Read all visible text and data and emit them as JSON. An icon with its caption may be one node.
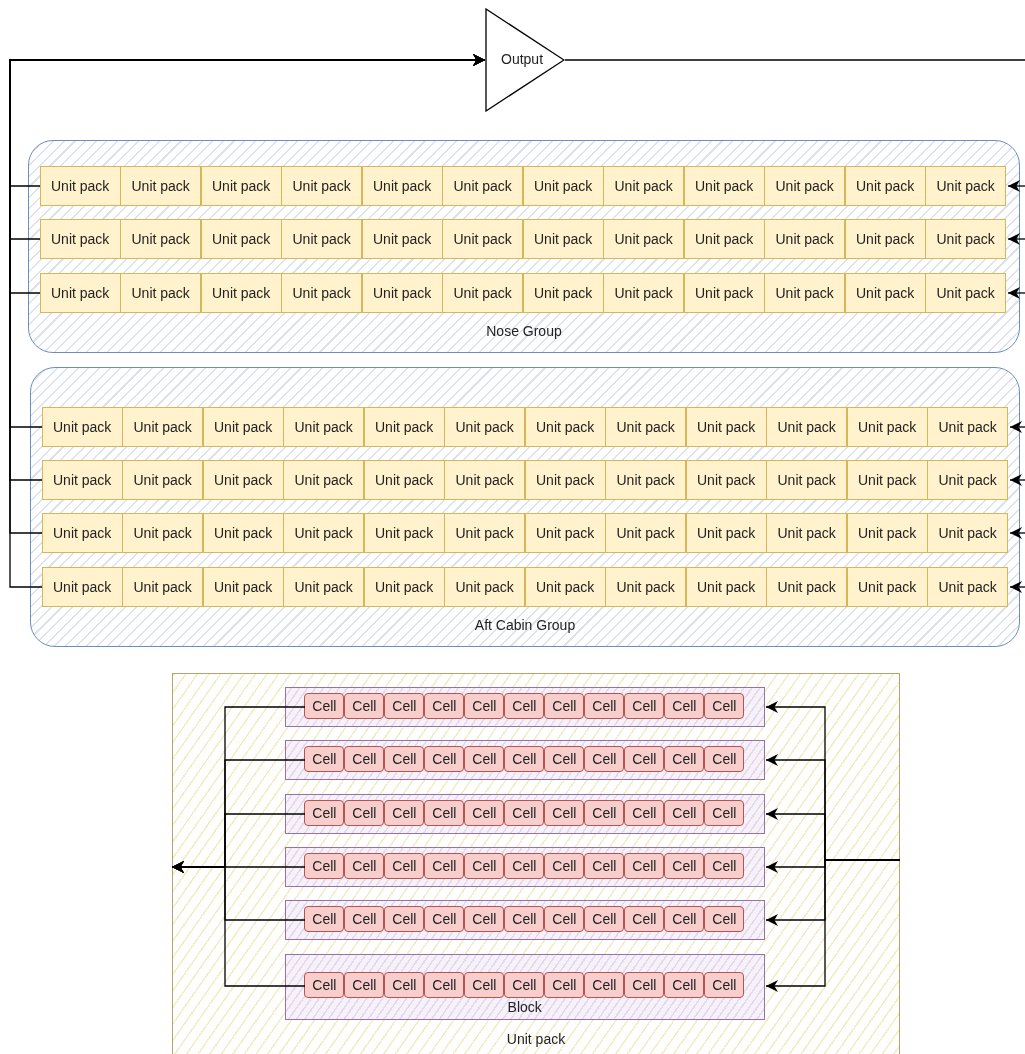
{
  "diagram": {
    "nodes": [
      {
        "text": [
          "Output"
        ]
      },
      {
        "text": [
          "Nose Group"
        ]
      },
      {
        "text": [
          "Unit pack"
        ],
        "in": 1
      },
      {
        "text": [
          "Unit pack"
        ],
        "in": 1
      },
      {
        "text": [
          "Unit pack"
        ],
        "in": 1
      },
      {
        "text": [
          "Unit pack"
        ],
        "in": 1
      },
      {
        "text": [
          "Unit pack"
        ],
        "in": 1
      },
      {
        "text": [
          "Unit pack"
        ],
        "in": 1
      },
      {
        "text": [
          "Unit pack"
        ],
        "in": 1
      },
      {
        "text": [
          "Unit pack"
        ],
        "in": 1
      },
      {
        "text": [
          "Unit pack"
        ],
        "in": 1
      },
      {
        "text": [
          "Unit pack"
        ],
        "in": 1
      },
      {
        "text": [
          "Unit pack"
        ],
        "in": 1
      },
      {
        "text": [
          "Unit pack"
        ],
        "in": 1
      },
      {
        "text": [
          "Unit pack"
        ],
        "in": 1
      },
      {
        "text": [
          "Unit pack"
        ],
        "in": 1
      },
      {
        "text": [
          "Unit pack"
        ],
        "in": 1
      },
      {
        "text": [
          "Unit pack"
        ],
        "in": 1
      },
      {
        "text": [
          "Unit pack"
        ],
        "in": 1
      },
      {
        "text": [
          "Unit pack"
        ],
        "in": 1
      },
      {
        "text": [
          "Unit pack"
        ],
        "in": 1
      },
      {
        "text": [
          "Unit pack"
        ],
        "in": 1
      },
      {
        "text": [
          "Unit pack"
        ],
        "in": 1
      },
      {
        "text": [
          "Unit pack"
        ],
        "in": 1
      },
      {
        "text": [
          "Unit pack"
        ],
        "in": 1
      },
      {
        "text": [
          "Unit pack"
        ],
        "in": 1
      },
      {
        "text": [
          "Unit pack"
        ],
        "in": 1
      },
      {
        "text": [
          "Unit pack"
        ],
        "in": 1
      },
      {
        "text": [
          "Unit pack"
        ],
        "in": 1
      },
      {
        "text": [
          "Unit pack"
        ],
        "in": 1
      },
      {
        "text": [
          "Unit pack"
        ],
        "in": 1
      },
      {
        "text": [
          "Unit pack"
        ],
        "in": 1
      },
      {
        "text": [
          "Unit pack"
        ],
        "in": 1
      },
      {
        "text": [
          "Unit pack"
        ],
        "in": 1
      },
      {
        "text": [
          "Unit pack"
        ],
        "in": 1
      },
      {
        "text": [
          "Unit pack"
        ],
        "in": 1
      },
      {
        "text": [
          "Unit pack"
        ],
        "in": 1
      },
      {
        "text": [
          "Unit pack"
        ],
        "in": 1
      },
      {
        "text": [
          "Aft Cabin Group"
        ]
      },
      {
        "text": [
          "Unit pack"
        ],
        "in": 38
      },
      {
        "text": [
          "Unit pack"
        ],
        "in": 38
      },
      {
        "text": [
          "Unit pack"
        ],
        "in": 38
      },
      {
        "text": [
          "Unit pack"
        ],
        "in": 38
      },
      {
        "text": [
          "Unit pack"
        ],
        "in": 38
      },
      {
        "text": [
          "Unit pack"
        ],
        "in": 38
      },
      {
        "text": [
          "Unit pack"
        ],
        "in": 38
      },
      {
        "text": [
          "Unit pack"
        ],
        "in": 38
      },
      {
        "text": [
          "Unit pack"
        ],
        "in": 38
      },
      {
        "text": [
          "Unit pack"
        ],
        "in": 38
      },
      {
        "text": [
          "Unit pack"
        ],
        "in": 38
      },
      {
        "text": [
          "Unit pack"
        ],
        "in": 38
      },
      {
        "text": [
          "Unit pack"
        ],
        "in": 38
      },
      {
        "text": [
          "Unit pack"
        ],
        "in": 38
      },
      {
        "text": [
          "Unit pack"
        ],
        "in": 38
      },
      {
        "text": [
          "Unit pack"
        ],
        "in": 38
      },
      {
        "text": [
          "Unit pack"
        ],
        "in": 38
      },
      {
        "text": [
          "Unit pack"
        ],
        "in": 38
      },
      {
        "text": [
          "Unit pack"
        ],
        "in": 38
      },
      {
        "text": [
          "Unit pack"
        ],
        "in": 38
      },
      {
        "text": [
          "Unit pack"
        ],
        "in": 38
      },
      {
        "text": [
          "Unit pack"
        ],
        "in": 38
      },
      {
        "text": [
          "Unit pack"
        ],
        "in": 38
      },
      {
        "text": [
          "Unit pack"
        ],
        "in": 38
      },
      {
        "text": [
          "Unit pack"
        ],
        "in": 38
      },
      {
        "text": [
          "Unit pack"
        ],
        "in": 38
      },
      {
        "text": [
          "Unit pack"
        ],
        "in": 38
      },
      {
        "text": [
          "Unit pack"
        ],
        "in": 38
      },
      {
        "text": [
          "Unit pack"
        ],
        "in": 38
      },
      {
        "text": [
          "Unit pack"
        ],
        "in": 38
      },
      {
        "text": [
          "Unit pack"
        ],
        "in": 38
      },
      {
        "text": [
          "Unit pack"
        ],
        "in": 38
      },
      {
        "text": [
          "Unit pack"
        ],
        "in": 38
      },
      {
        "text": [
          "Unit pack"
        ],
        "in": 38
      },
      {
        "text": [
          "Unit pack"
        ],
        "in": 38
      },
      {
        "text": [
          "Unit pack"
        ],
        "in": 38
      },
      {
        "text": [
          "Unit pack"
        ],
        "in": 38
      },
      {
        "text": [
          "Unit pack"
        ],
        "in": 38
      },
      {
        "text": [
          "Unit pack"
        ],
        "in": 38
      },
      {
        "text": [
          "Unit pack"
        ],
        "in": 38
      },
      {
        "text": [
          "Unit pack"
        ],
        "in": 38
      },
      {
        "text": [
          "Unit pack"
        ],
        "in": 38
      },
      {
        "text": [
          "Unit pack"
        ],
        "in": 38
      },
      {
        "text": [
          "Unit pack"
        ],
        "in": 38
      },
      {
        "text": [
          "Unit pack"
        ],
        "in": 38
      },
      {
        "text": [
          "Unit pack"
        ],
        "in": 38
      },
      {
        "text": [
          "Unit pack"
        ],
        "in": 38
      },
      {
        "text": [
          "Unit pack"
        ],
        "in": 38
      },
      {
        "text": [
          "Unit pack"
        ]
      },
      {
        "text": [],
        "shape": "box",
        "in": 87
      },
      {
        "text": [
          "Cell"
        ],
        "in": 88
      },
      {
        "text": [
          "Cell"
        ],
        "in": 88
      },
      {
        "text": [
          "Cell"
        ],
        "in": 88
      },
      {
        "text": [
          "Cell"
        ],
        "in": 88
      },
      {
        "text": [
          "Cell"
        ],
        "in": 88
      },
      {
        "text": [
          "Cell"
        ],
        "in": 88
      },
      {
        "text": [
          "Cell"
        ],
        "in": 88
      },
      {
        "text": [
          "Cell"
        ],
        "in": 88
      },
      {
        "text": [
          "Cell"
        ],
        "in": 88
      },
      {
        "text": [
          "Cell"
        ],
        "in": 88
      },
      {
        "text": [
          "Cell"
        ],
        "in": 88
      },
      {
        "text": [],
        "shape": "box",
        "in": 87
      },
      {
        "text": [
          "Cell"
        ],
        "in": 100
      },
      {
        "text": [
          "Cell"
        ],
        "in": 100
      },
      {
        "text": [
          "Cell"
        ],
        "in": 100
      },
      {
        "text": [
          "Cell"
        ],
        "in": 100
      },
      {
        "text": [
          "Cell"
        ],
        "in": 100
      },
      {
        "text": [
          "Cell"
        ],
        "in": 100
      },
      {
        "text": [
          "Cell"
        ],
        "in": 100
      },
      {
        "text": [
          "Cell"
        ],
        "in": 100
      },
      {
        "text": [
          "Cell"
        ],
        "in": 100
      },
      {
        "text": [
          "Cell"
        ],
        "in": 100
      },
      {
        "text": [
          "Cell"
        ],
        "in": 100
      },
      {
        "text": [],
        "shape": "box",
        "in": 87
      },
      {
        "text": [
          "Cell"
        ],
        "in": 112
      },
      {
        "text": [
          "Cell"
        ],
        "in": 112
      },
      {
        "text": [
          "Cell"
        ],
        "in": 112
      },
      {
        "text": [
          "Cell"
        ],
        "in": 112
      },
      {
        "text": [
          "Cell"
        ],
        "in": 112
      },
      {
        "text": [
          "Cell"
        ],
        "in": 112
      },
      {
        "text": [
          "Cell"
        ],
        "in": 112
      },
      {
        "text": [
          "Cell"
        ],
        "in": 112
      },
      {
        "text": [
          "Cell"
        ],
        "in": 112
      },
      {
        "text": [
          "Cell"
        ],
        "in": 112
      },
      {
        "text": [
          "Cell"
        ],
        "in": 112
      },
      {
        "text": [],
        "shape": "box",
        "in": 87
      },
      {
        "text": [
          "Cell"
        ],
        "in": 124
      },
      {
        "text": [
          "Cell"
        ],
        "in": 124
      },
      {
        "text": [
          "Cell"
        ],
        "in": 124
      },
      {
        "text": [
          "Cell"
        ],
        "in": 124
      },
      {
        "text": [
          "Cell"
        ],
        "in": 124
      },
      {
        "text": [
          "Cell"
        ],
        "in": 124
      },
      {
        "text": [
          "Cell"
        ],
        "in": 124
      },
      {
        "text": [
          "Cell"
        ],
        "in": 124
      },
      {
        "text": [
          "Cell"
        ],
        "in": 124
      },
      {
        "text": [
          "Cell"
        ],
        "in": 124
      },
      {
        "text": [
          "Cell"
        ],
        "in": 124
      },
      {
        "text": [],
        "shape": "box",
        "in": 87
      },
      {
        "text": [
          "Cell"
        ],
        "in": 136
      },
      {
        "text": [
          "Cell"
        ],
        "in": 136
      },
      {
        "text": [
          "Cell"
        ],
        "in": 136
      },
      {
        "text": [
          "Cell"
        ],
        "in": 136
      },
      {
        "text": [
          "Cell"
        ],
        "in": 136
      },
      {
        "text": [
          "Cell"
        ],
        "in": 136
      },
      {
        "text": [
          "Cell"
        ],
        "in": 136
      },
      {
        "text": [
          "Cell"
        ],
        "in": 136
      },
      {
        "text": [
          "Cell"
        ],
        "in": 136
      },
      {
        "text": [
          "Cell"
        ],
        "in": 136
      },
      {
        "text": [
          "Cell"
        ],
        "in": 136
      },
      {
        "text": [
          "Block"
        ],
        "in": 87
      },
      {
        "text": [
          "Cell"
        ],
        "in": 148
      },
      {
        "text": [
          "Cell"
        ],
        "in": 148
      },
      {
        "text": [
          "Cell"
        ],
        "in": 148
      },
      {
        "text": [
          "Cell"
        ],
        "in": 148
      },
      {
        "text": [
          "Cell"
        ],
        "in": 148
      },
      {
        "text": [
          "Cell"
        ],
        "in": 148
      },
      {
        "text": [
          "Cell"
        ],
        "in": 148
      },
      {
        "text": [
          "Cell"
        ],
        "in": 148
      },
      {
        "text": [
          "Cell"
        ],
        "in": 148
      },
      {
        "text": [
          "Cell"
        ],
        "in": 148
      },
      {
        "text": [
          "Cell"
        ],
        "in": 148
      }
    ],
    "edges": [
      {
        "from": 2,
        "to": 0,
        "arrow": "to"
      },
      {
        "from": 14,
        "to": 0,
        "arrow": "to"
      },
      {
        "from": 26,
        "to": 0,
        "arrow": "to"
      },
      {
        "from": 39,
        "to": 0,
        "arrow": "to"
      },
      {
        "from": 51,
        "to": 0,
        "arrow": "to"
      },
      {
        "from": 63,
        "to": 0,
        "arrow": "to"
      },
      {
        "from": 75,
        "to": 0,
        "arrow": "to"
      },
      {
        "from": 0,
        "to": null,
        "arrow": "none"
      },
      {
        "from": null,
        "to": 13,
        "arrow": "to"
      },
      {
        "from": null,
        "to": 25,
        "arrow": "to"
      },
      {
        "from": null,
        "to": 37,
        "arrow": "to"
      },
      {
        "from": null,
        "to": 50,
        "arrow": "to"
      },
      {
        "from": null,
        "to": 62,
        "arrow": "to"
      },
      {
        "from": null,
        "to": 74,
        "arrow": "to"
      },
      {
        "from": null,
        "to": 86,
        "arrow": "to"
      },
      {
        "from": 89,
        "to": 87,
        "arrow": "to"
      },
      {
        "from": 101,
        "to": 87,
        "arrow": "to"
      },
      {
        "from": 113,
        "to": 87,
        "arrow": "to"
      },
      {
        "from": 125,
        "to": 87,
        "arrow": "to"
      },
      {
        "from": 137,
        "to": 87,
        "arrow": "to"
      },
      {
        "from": 149,
        "to": 87,
        "arrow": "to"
      },
      {
        "from": 87,
        "to": 88,
        "arrow": "to"
      },
      {
        "from": 87,
        "to": 100,
        "arrow": "to"
      },
      {
        "from": 87,
        "to": 112,
        "arrow": "to"
      },
      {
        "from": 87,
        "to": 124,
        "arrow": "to"
      },
      {
        "from": 87,
        "to": 136,
        "arrow": "to"
      },
      {
        "from": 87,
        "to": 148,
        "arrow": "to"
      }
    ]
  }
}
